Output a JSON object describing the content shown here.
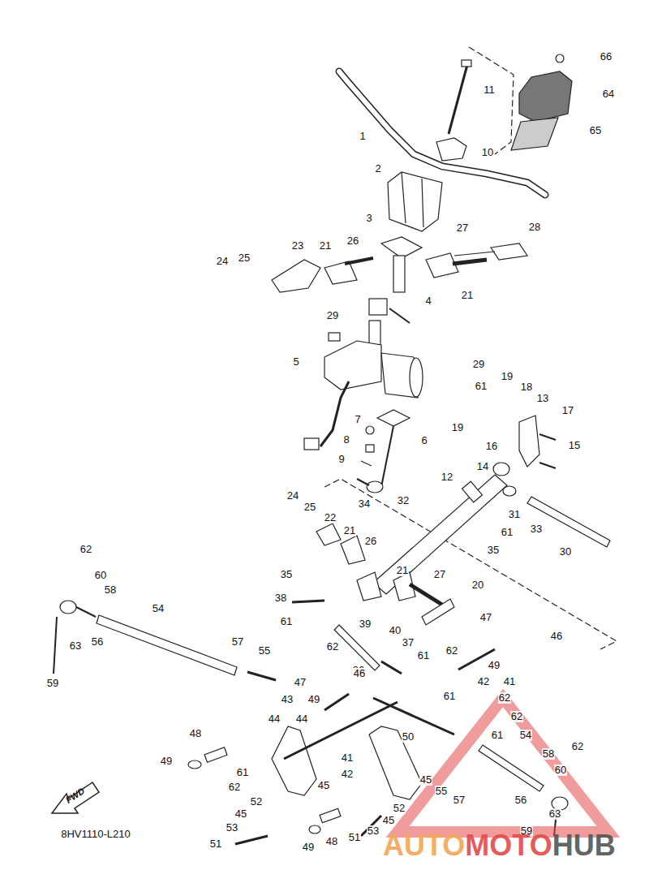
{
  "diagram": {
    "nodes": [
      {
        "text": [
          "FWD"
        ]
      }
    ],
    "labels": [
      "66",
      "64",
      "11",
      "1",
      "10",
      "65",
      "2",
      "28",
      "3",
      "27",
      "23",
      "21",
      "26",
      "24",
      "25",
      "21",
      "29",
      "4",
      "5",
      "29",
      "61",
      "19",
      "18",
      "13",
      "17",
      "7",
      "6",
      "19",
      "16",
      "15",
      "8",
      "9",
      "14",
      "12",
      "24",
      "34",
      "32",
      "25",
      "22",
      "31",
      "33",
      "21",
      "61",
      "30",
      "35",
      "26",
      "62",
      "60",
      "58",
      "21",
      "27",
      "20",
      "35",
      "54",
      "38",
      "39",
      "47",
      "61",
      "46",
      "40",
      "37",
      "57",
      "62",
      "61",
      "62",
      "49",
      "56",
      "63",
      "55",
      "36",
      "42",
      "41",
      "46",
      "47",
      "59",
      "61",
      "62",
      "43",
      "62",
      "49",
      "44",
      "44",
      "48",
      "61",
      "54",
      "50",
      "49",
      "62",
      "41",
      "42",
      "58",
      "60",
      "61",
      "45",
      "45",
      "62",
      "55",
      "57",
      "56",
      "52",
      "52",
      "45",
      "63",
      "53",
      "45",
      "53",
      "59",
      "51",
      "51",
      "48",
      "49",
      "8HV1110-L210",
      "AUTO",
      "MOTO",
      "HUB"
    ]
  }
}
